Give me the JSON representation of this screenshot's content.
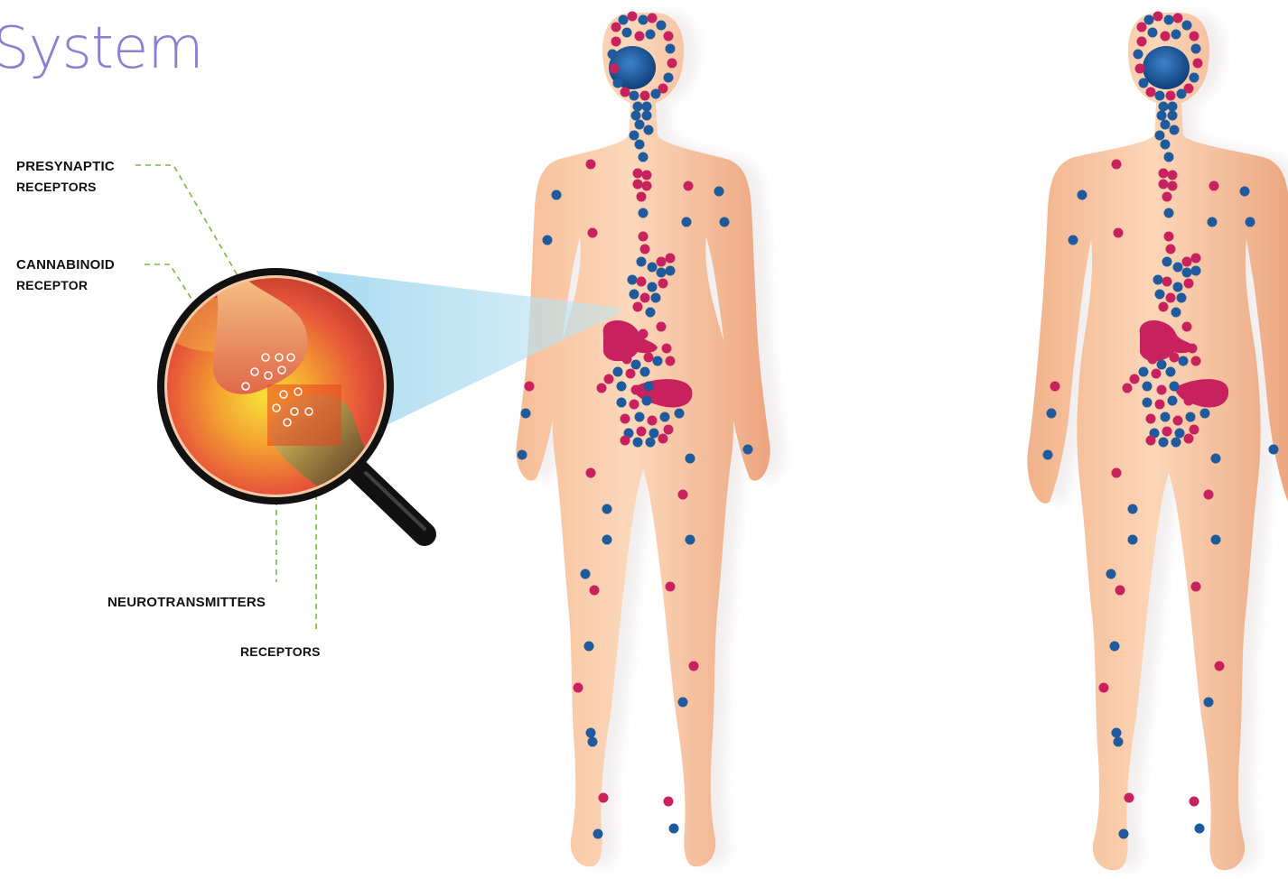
{
  "title": "System",
  "labels": {
    "presynaptic_line1": "PRESYNAPTIC",
    "presynaptic_line2": "RECEPTORS",
    "cannabinoid_line1": "CANNABINOID",
    "cannabinoid_line2": "RECEPTOR",
    "neurotransmitters": "NEUROTRANSMITTERS",
    "receptors": "RECEPTORS"
  },
  "colors": {
    "title": "#8c7fd1",
    "skin_light": "#fbd3b3",
    "skin_mid": "#f7c29d",
    "skin_dark": "#eba37c",
    "receptor_blue": "#1f5b9c",
    "receptor_magenta": "#c8225e",
    "leader_line": "#79b940",
    "magnifier_rim": "#1a1a1a",
    "beam": "#a9dbef"
  },
  "icons": {
    "magnifier": "magnifying-glass-icon",
    "synapse": "synapse-icon",
    "female_body": "female-body-silhouette-icon",
    "male_body": "male-body-silhouette-icon"
  }
}
